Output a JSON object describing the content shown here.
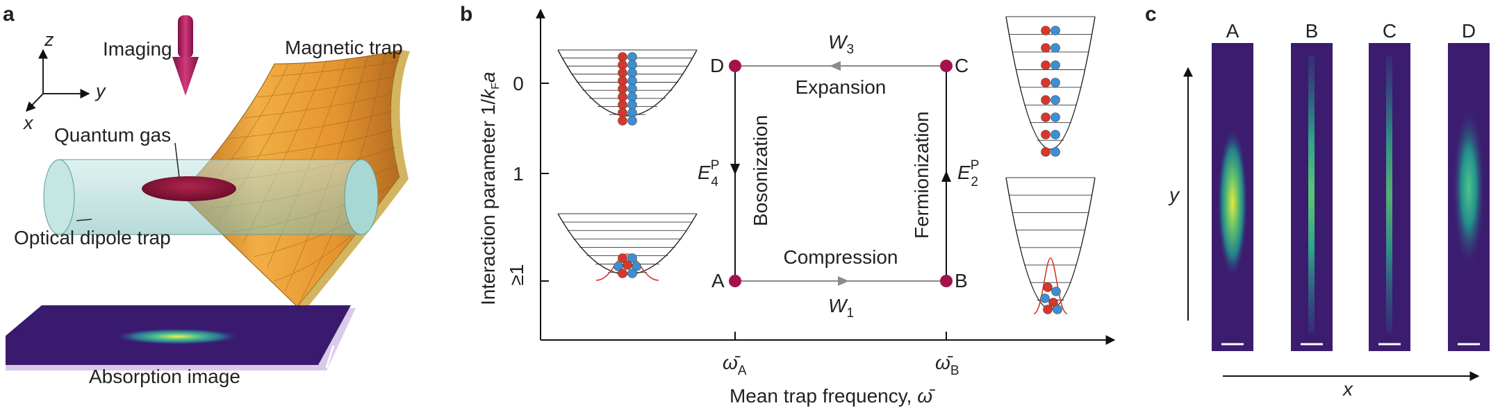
{
  "figure": {
    "panel_a": {
      "letter": "a",
      "axis_z": "z",
      "axis_y": "y",
      "axis_x": "x",
      "imaging": "Imaging",
      "magnetic_trap": "Magnetic trap",
      "quantum_gas": "Quantum gas",
      "optical_dipole_trap": "Optical dipole trap",
      "absorption_image": "Absorption image"
    },
    "panel_b": {
      "letter": "b",
      "ylabel_main": "Interaction parameter 1/",
      "ylabel_k": "k",
      "ylabel_sub": "F",
      "ylabel_a": "a",
      "xlabel_main": "Mean trap frequency, ",
      "xlabel_omega": "ω̄",
      "ytick_0": "0",
      "ytick_1": "1",
      "ytick_ge1": "≥1",
      "xtick_a_omega": "ω̄",
      "xtick_a_sub": "A",
      "xtick_b_omega": "ω̄",
      "xtick_b_sub": "B",
      "corner_a": "A",
      "corner_b": "B",
      "corner_c": "C",
      "corner_d": "D",
      "w3_w": "W",
      "w3_sub": "3",
      "w1_w": "W",
      "w1_sub": "1",
      "expansion": "Expansion",
      "compression": "Compression",
      "bosonization": "Bosonization",
      "fermionization": "Fermionization",
      "e4_e": "E",
      "e4_sup": "P",
      "e4_sub": "4",
      "e2_e": "E",
      "e2_sup": "P",
      "e2_sub": "2"
    },
    "panel_c": {
      "letter": "c",
      "strip_a": "A",
      "strip_b": "B",
      "strip_c": "C",
      "strip_d": "D",
      "axis_y": "y",
      "axis_x": "x"
    },
    "colors": {
      "node": "#a4124d",
      "arrow_grey": "#8a8a8a",
      "trap_orange": "#e8982e",
      "tube_teal": "#9fd3cf",
      "gas": "#7a1030",
      "image_bg": "#3a1a6e",
      "atom_red": "#d9352b",
      "atom_blue": "#3d8fd1"
    },
    "icons": [
      "imaging-arrow-icon",
      "axes-triad-icon",
      "harmonic-trap-icon"
    ]
  }
}
